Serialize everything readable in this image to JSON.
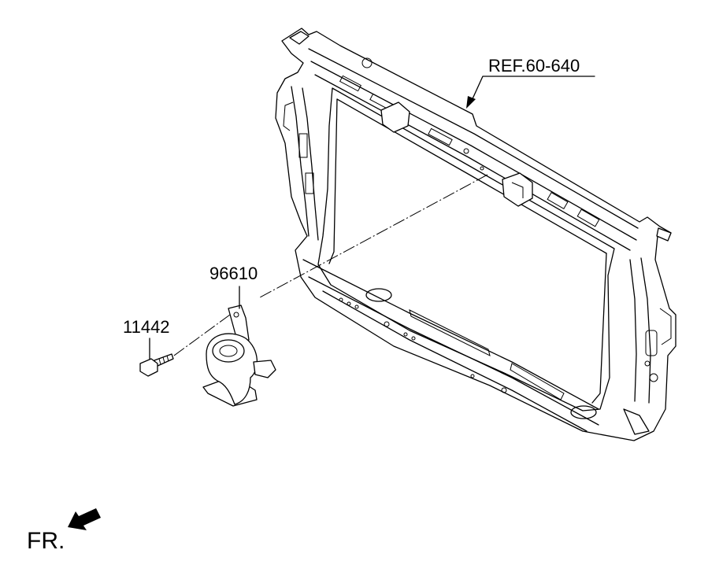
{
  "diagram": {
    "reference_label": "REF.60-640",
    "parts": [
      {
        "number": "96610"
      },
      {
        "number": "11442"
      }
    ],
    "direction_label": "FR."
  }
}
